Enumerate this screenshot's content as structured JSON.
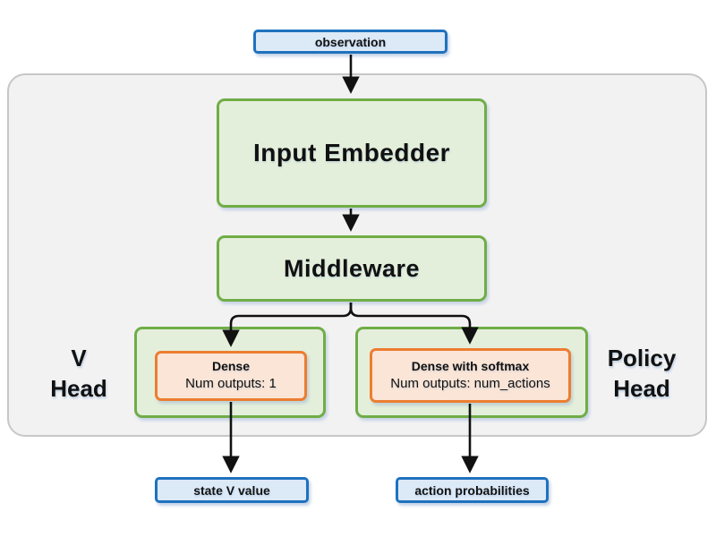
{
  "diagram": {
    "title_hint": "RL agent network architecture: observation through input embedder and middleware to V head and policy head",
    "observation": {
      "label": "observation"
    },
    "input_embedder": {
      "label": "Input Embedder"
    },
    "middleware": {
      "label": "Middleware"
    },
    "v_head": {
      "label_top": "V",
      "label_bottom": "Head",
      "dense": {
        "title": "Dense",
        "subtitle": "Num outputs: 1"
      }
    },
    "policy_head": {
      "label_top": "Policy",
      "label_bottom": "Head",
      "dense": {
        "title": "Dense with softmax",
        "subtitle": "Num outputs: num_actions"
      }
    },
    "outputs": {
      "state_v_value": "state V value",
      "action_probabilities": "action probabilities"
    },
    "colors": {
      "panel_fill": "#f2f2f3",
      "panel_border": "#c7c7c9",
      "green_fill": "#e4efdb",
      "green_border": "#70ad47",
      "orange_fill": "#fbe5d6",
      "orange_border": "#ed7d31",
      "blue_fill": "#dce9f7",
      "blue_border": "#1f72be",
      "arrow": "#111111"
    }
  }
}
